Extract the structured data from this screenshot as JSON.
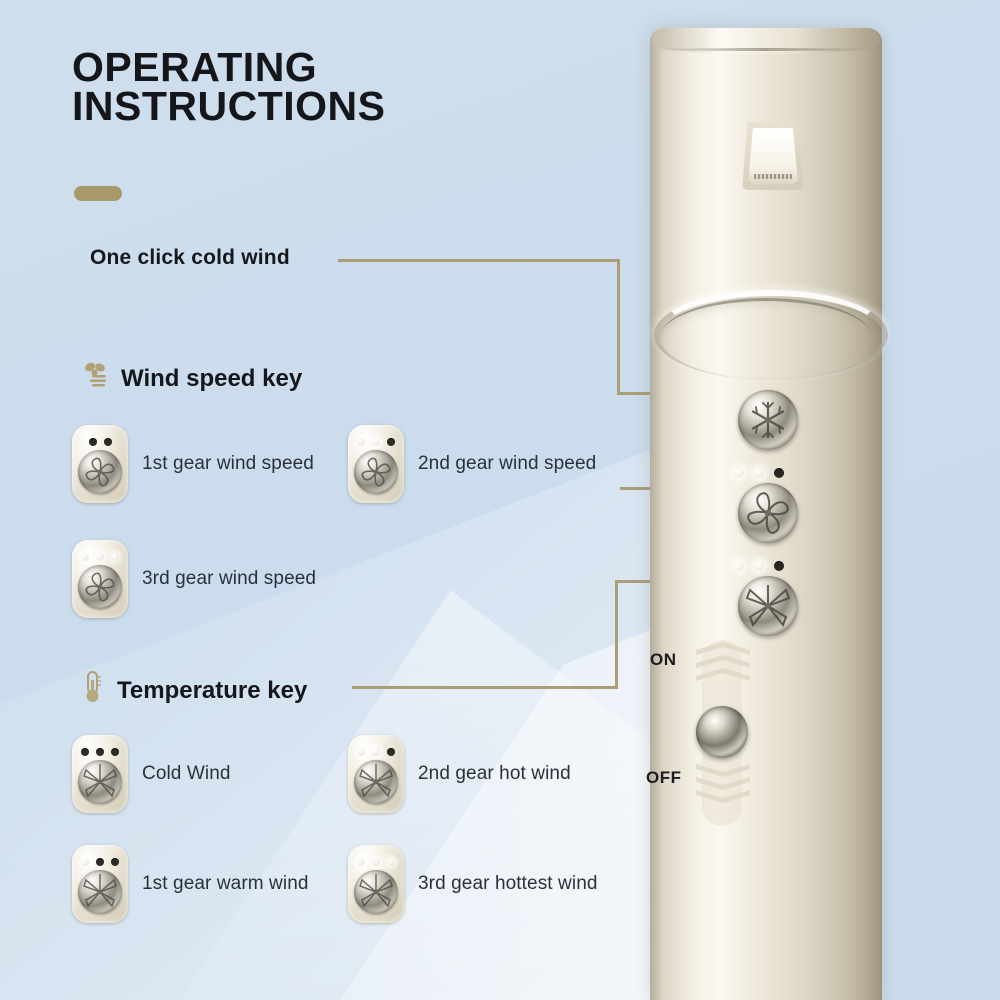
{
  "page": {
    "title_line1": "OPERATING",
    "title_line2": "INSTRUCTIONS",
    "accent_color": "#a8996b",
    "background_color": "#cddeeb",
    "text_color": "#15171c",
    "line_color": "#ab9e76"
  },
  "callouts": {
    "cold_wind": "One click cold wind"
  },
  "sections": [
    {
      "id": "wind-speed",
      "label": "Wind speed key",
      "icon": "fan-icon",
      "items": [
        {
          "label": "1st gear wind speed",
          "leds": [
            "off",
            "off"
          ]
        },
        {
          "label": "2nd gear wind speed",
          "leds": [
            "on",
            "on",
            "off"
          ]
        },
        {
          "label": "3rd gear wind speed",
          "leds": [
            "on",
            "on",
            "on"
          ]
        }
      ]
    },
    {
      "id": "temperature",
      "label": "Temperature key",
      "icon": "thermometer-icon",
      "items": [
        {
          "label": "Cold Wind",
          "leds": [
            "off",
            "off",
            "off"
          ]
        },
        {
          "label": "2nd gear hot wind",
          "leds": [
            "on",
            "on",
            "off"
          ]
        },
        {
          "label": "1st gear warm wind",
          "leds": [
            "on",
            "off",
            "off"
          ]
        },
        {
          "label": "3rd gear hottest wind",
          "leds": [
            "on",
            "on",
            "on"
          ]
        }
      ]
    }
  ],
  "device": {
    "name": "hair-dryer-barrel",
    "latch": "release-latch-button",
    "buttons": [
      {
        "name": "cold-wind-button",
        "icon": "snowflake-icon",
        "leds": [
          "on",
          "on",
          "off"
        ]
      },
      {
        "name": "wind-speed-button",
        "icon": "pinwheel-icon",
        "leds": [
          "on",
          "on",
          "off"
        ]
      },
      {
        "name": "temperature-button",
        "icon": "fan-blade-icon",
        "leds": []
      }
    ],
    "power_switch": {
      "on_label": "ON",
      "off_label": "OFF"
    }
  }
}
